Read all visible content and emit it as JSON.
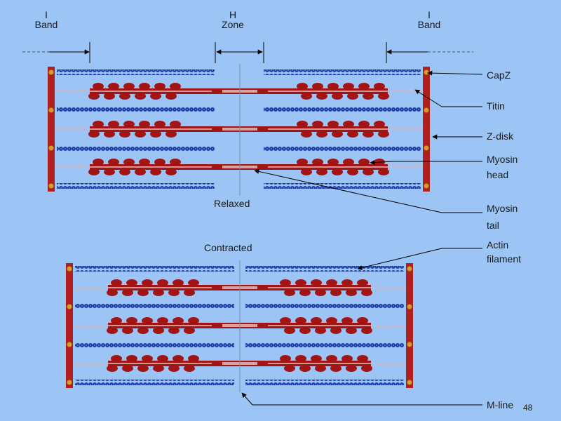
{
  "labels": {
    "i_band_left": {
      "line1": "I",
      "line2": "Band"
    },
    "h_zone": {
      "line1": "H",
      "line2": "Zone"
    },
    "i_band_right": {
      "line1": "I",
      "line2": "Band"
    },
    "capz": "CapZ",
    "titin": "Titin",
    "z_disk": "Z-disk",
    "myosin_head": {
      "line1": "Myosin",
      "line2": "head"
    },
    "myosin_tail": {
      "line1": "Myosin",
      "line2": "tail"
    },
    "actin_filament": {
      "line1": "Actin",
      "line2": "filament"
    },
    "m_line": "M-line",
    "relaxed": "Relaxed",
    "contracted": "Contracted"
  },
  "page_number": "48",
  "colors": {
    "background": "#9cc4f4",
    "actin": "#1e3da8",
    "myosin": "#a31515",
    "z_disk": "#b01e1e",
    "capz": "#c9a227",
    "titin": "#d8a8a8",
    "arrow": "#000000"
  }
}
